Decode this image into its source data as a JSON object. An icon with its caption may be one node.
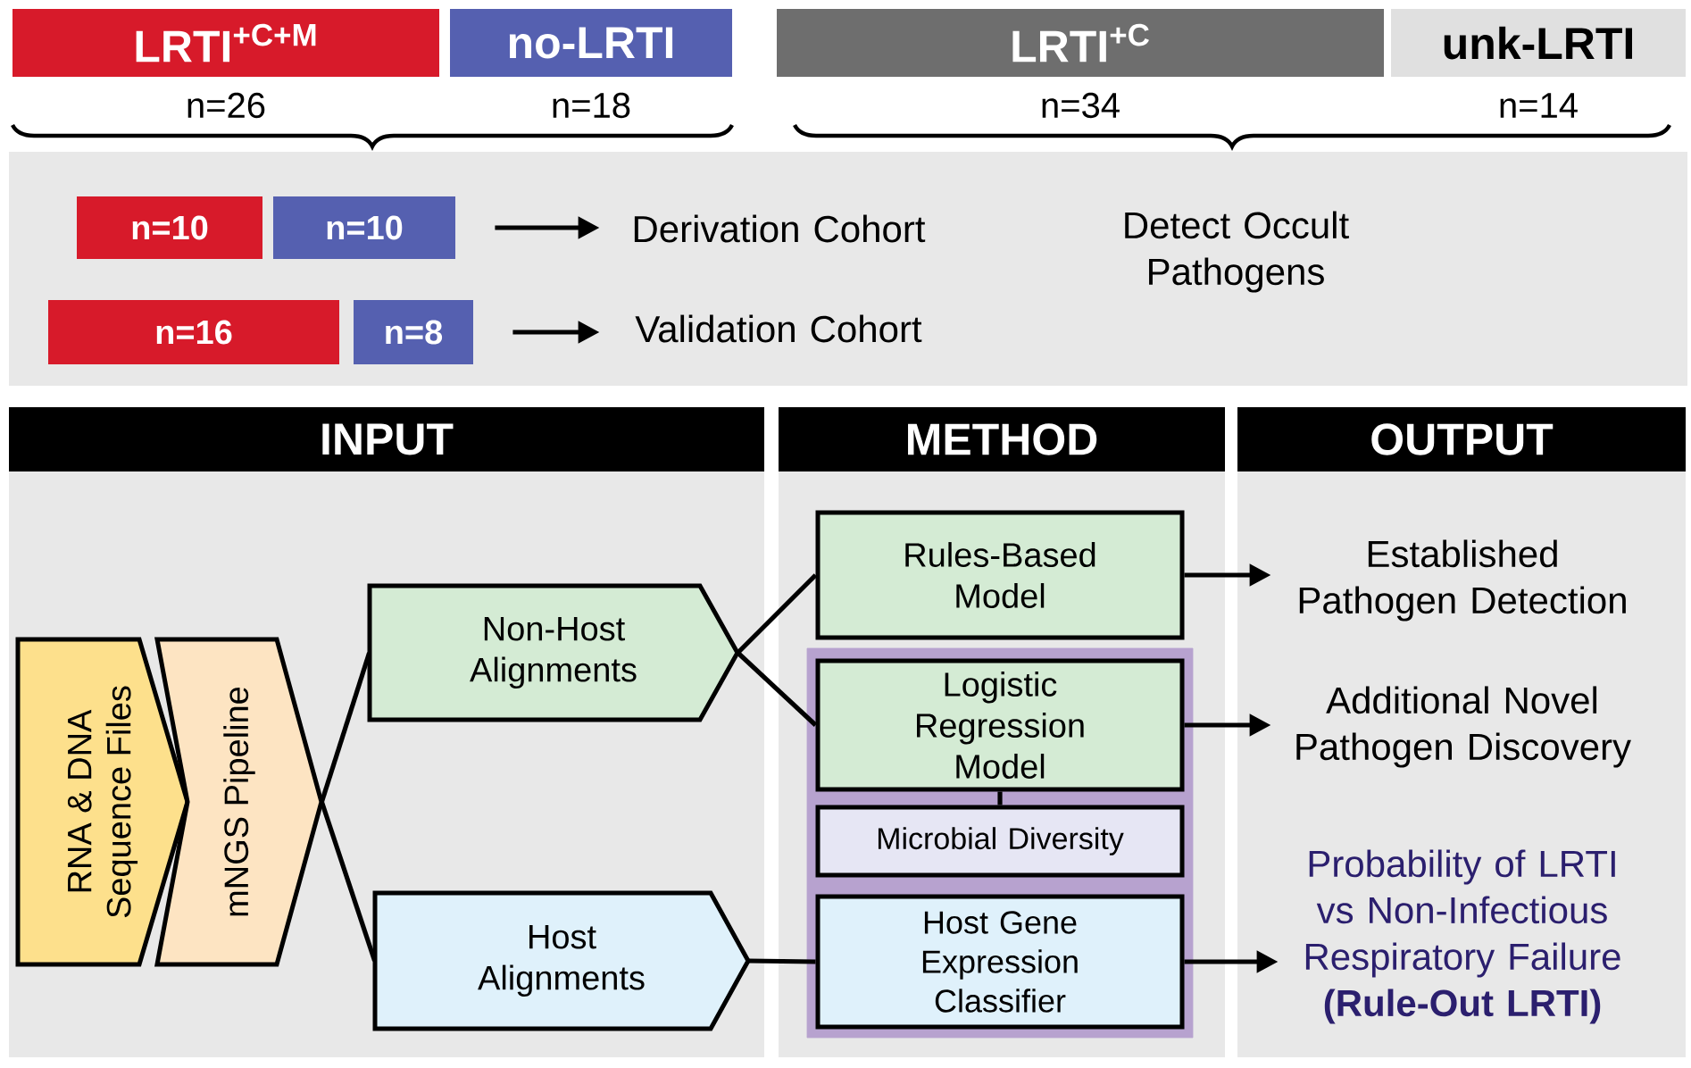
{
  "diagram": {
    "nodes": [
      {
        "text": [
          "LRTI$^{+C+M}$"
        ],
        "beside": [
          "n=26"
        ]
      },
      {
        "text": [
          "no-LRTI"
        ],
        "beside": [
          "n=18"
        ]
      },
      {
        "text": [
          "LRTI$^{+C}$"
        ],
        "beside": [
          "n=34"
        ]
      },
      {
        "text": [
          "unk-LRTI"
        ],
        "beside": [
          "n=14"
        ]
      },
      {
        "text": [
          "n=10"
        ]
      },
      {
        "text": [
          "n=10"
        ]
      },
      {
        "text": [
          "n=16"
        ]
      },
      {
        "text": [
          "n=8"
        ]
      },
      {
        "text": [
          "Derivation Cohort"
        ]
      },
      {
        "text": [
          "Validation Cohort"
        ]
      },
      {
        "text": [
          "INPUT"
        ]
      },
      {
        "text": [
          "METHOD"
        ]
      },
      {
        "text": [
          "OUTPUT"
        ]
      },
      {
        "text": [
          "RNA & DNA Sequence Files"
        ]
      },
      {
        "text": [
          "mNGS Pipeline"
        ]
      },
      {
        "text": [
          "Non-Host Alignments"
        ]
      },
      {
        "text": [
          "Host Alignments"
        ]
      },
      {
        "text": [
          "Rules-Based Model"
        ]
      },
      {
        "text": [],
        "shape": "box"
      },
      {
        "text": [
          "Logistic Regression Model"
        ],
        "in": 18
      },
      {
        "text": [
          "Microbial Diversity"
        ],
        "in": 18
      },
      {
        "text": [
          "Host Gene Expression Classifier"
        ],
        "in": 18
      },
      {
        "text": [
          "Established Pathogen Detection"
        ]
      },
      {
        "text": [
          "Additional Novel Pathogen Discovery"
        ]
      },
      {
        "text": [
          "Probability of LRTI vs Non-Infectious Respiratory Failure **(Rule-Out LRTI)**"
        ]
      }
    ],
    "edges": [
      {
        "from": 5,
        "to": 8,
        "arrow": "to"
      },
      {
        "from": 7,
        "to": 9,
        "arrow": "to"
      },
      {
        "from": 14,
        "to": 15,
        "arrow": "none"
      },
      {
        "from": 14,
        "to": 16,
        "arrow": "none"
      },
      {
        "from": 15,
        "to": 17,
        "arrow": "none"
      },
      {
        "from": 15,
        "to": 19,
        "arrow": "none"
      },
      {
        "from": 16,
        "to": 21,
        "arrow": "none"
      },
      {
        "from": 19,
        "to": 20,
        "arrow": "none"
      },
      {
        "from": 17,
        "to": 22,
        "arrow": "to"
      },
      {
        "from": 19,
        "to": 23,
        "arrow": "to"
      },
      {
        "from": 21,
        "to": 24,
        "arrow": "to"
      }
    ],
    "labels": [
      "Detect Occult Pathogens"
    ]
  }
}
